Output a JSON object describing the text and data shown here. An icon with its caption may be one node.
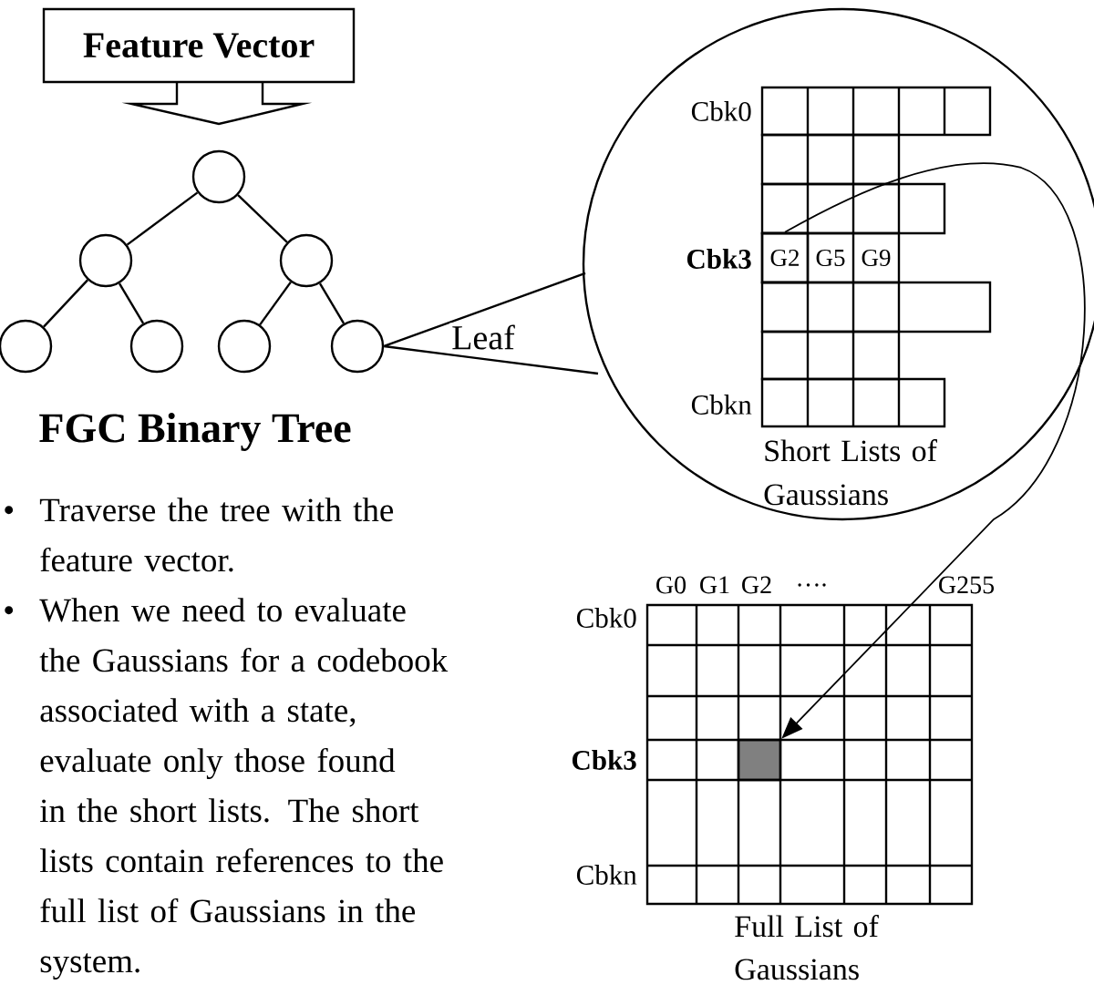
{
  "diagram": {
    "nodes": [
      {
        "text": [
          "Feature Vector"
        ]
      },
      {
        "text": [],
        "shape": "circle"
      },
      {
        "text": [],
        "shape": "circle"
      },
      {
        "text": [],
        "shape": "circle"
      },
      {
        "text": [],
        "shape": "circle"
      },
      {
        "text": [],
        "shape": "circle"
      },
      {
        "text": [],
        "shape": "circle"
      },
      {
        "text": [],
        "shape": "circle"
      },
      {
        "text": [
          "Short Lists of Gaussians"
        ]
      },
      {
        "text": [
          "G2"
        ],
        "in": 8
      },
      {
        "text": [],
        "shape": "box"
      }
    ],
    "edges": [
      {
        "from": 1,
        "to": 2,
        "arrow": "none"
      },
      {
        "from": 1,
        "to": 3,
        "arrow": "none"
      },
      {
        "from": 2,
        "to": 4,
        "arrow": "none"
      },
      {
        "from": 2,
        "to": 5,
        "arrow": "none"
      },
      {
        "from": 3,
        "to": 6,
        "arrow": "none"
      },
      {
        "from": 3,
        "to": 7,
        "arrow": "none"
      },
      {
        "from": 7,
        "to": 8,
        "arrow": "none",
        "label": "Leaf"
      },
      {
        "from": 9,
        "to": 10,
        "arrow": "to"
      }
    ],
    "labels": [
      "Cbk0",
      "Cbk3",
      "G5",
      "G9",
      "Cbkn",
      "FGC Binary Tree",
      "•",
      "Traverse the tree with the feature vector.",
      "•",
      "When we need to evaluate the Gaussians for a codebook associated with a state, evaluate only those found in the short lists. The short lists contain references to the full list of Gaussians in the system.",
      "G0",
      "G1",
      "G2",
      "….",
      "G255",
      "Cbk0",
      "Cbk3",
      "Cbkn",
      "Full List of Gaussians"
    ]
  }
}
